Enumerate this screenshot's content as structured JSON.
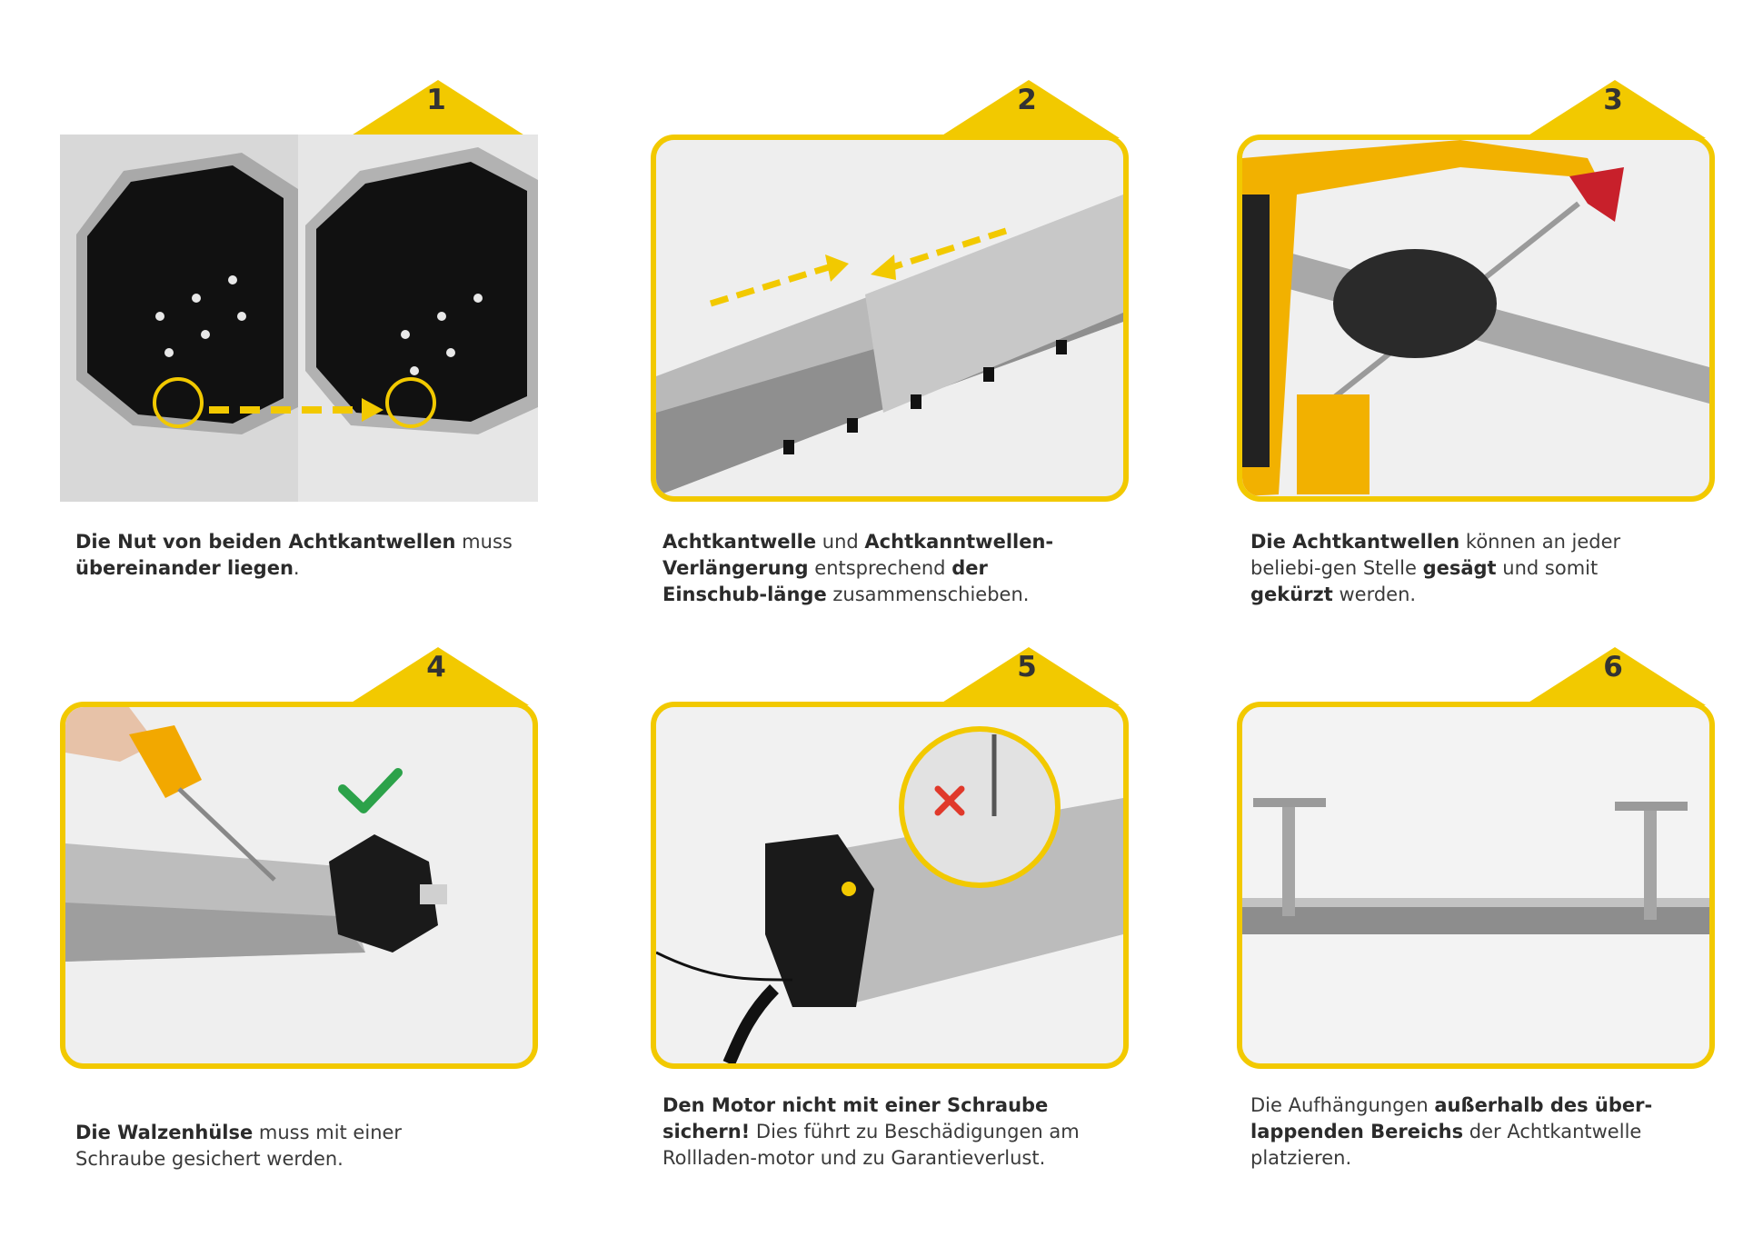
{
  "accent": "#f2c900",
  "steps": [
    {
      "number": "1",
      "icon": "octagonal-shaft-groove-photo",
      "caption": [
        {
          "t": "Die Nut von beiden Achtkantwellen",
          "b": true
        },
        {
          "t": " muss ",
          "b": false
        },
        {
          "t": "übereinander liegen",
          "b": true
        },
        {
          "t": ".",
          "b": false
        }
      ]
    },
    {
      "number": "2",
      "icon": "shaft-extension-photo",
      "caption": [
        {
          "t": "Achtkantwelle",
          "b": true
        },
        {
          "t": " und ",
          "b": false
        },
        {
          "t": "Achtkanntwellen-Verlängerung",
          "b": true
        },
        {
          "t": " entsprechend ",
          "b": false
        },
        {
          "t": "der Einschub-länge",
          "b": true
        },
        {
          "t": " zusammenschieben.",
          "b": false
        }
      ]
    },
    {
      "number": "3",
      "icon": "hacksaw-photo",
      "caption": [
        {
          "t": "Die Achtkantwellen",
          "b": true
        },
        {
          "t": " können an jeder beliebi-gen Stelle ",
          "b": false
        },
        {
          "t": "gesägt",
          "b": true
        },
        {
          "t": " und somit ",
          "b": false
        },
        {
          "t": "gekürzt",
          "b": true
        },
        {
          "t": " werden.",
          "b": false
        }
      ]
    },
    {
      "number": "4",
      "icon": "screwdriver-photo",
      "caption": [
        {
          "t": "Die Walzenhülse",
          "b": true
        },
        {
          "t": " muss mit einer Schraube gesichert werden.",
          "b": false
        }
      ]
    },
    {
      "number": "5",
      "icon": "motor-screw-warning-photo",
      "caption": [
        {
          "t": "Den Motor nicht mit einer Schraube sichern!",
          "b": true
        },
        {
          "t": " Dies führt zu Beschädigungen am Rollladen-motor und zu Garantieverlust.",
          "b": false
        }
      ]
    },
    {
      "number": "6",
      "icon": "shaft-brackets-photo",
      "caption": [
        {
          "t": "Die Aufhängungen ",
          "b": false
        },
        {
          "t": "außerhalb des über-lappenden Bereichs",
          "b": true
        },
        {
          "t": " der Achtkantwelle platzieren.",
          "b": false
        }
      ]
    }
  ]
}
